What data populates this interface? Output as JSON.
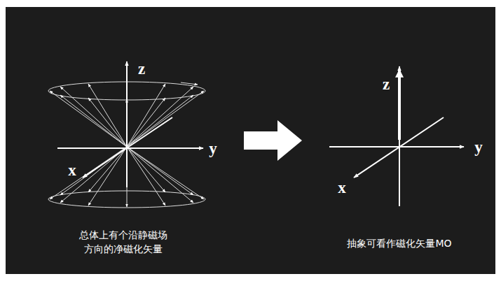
{
  "diagram": {
    "labels": [
      "z",
      "y",
      "x",
      "总体上有个沿静磁场 方向的净磁化矢量",
      "z",
      "y",
      "x",
      "抽象可看作磁化矢量MO"
    ]
  }
}
